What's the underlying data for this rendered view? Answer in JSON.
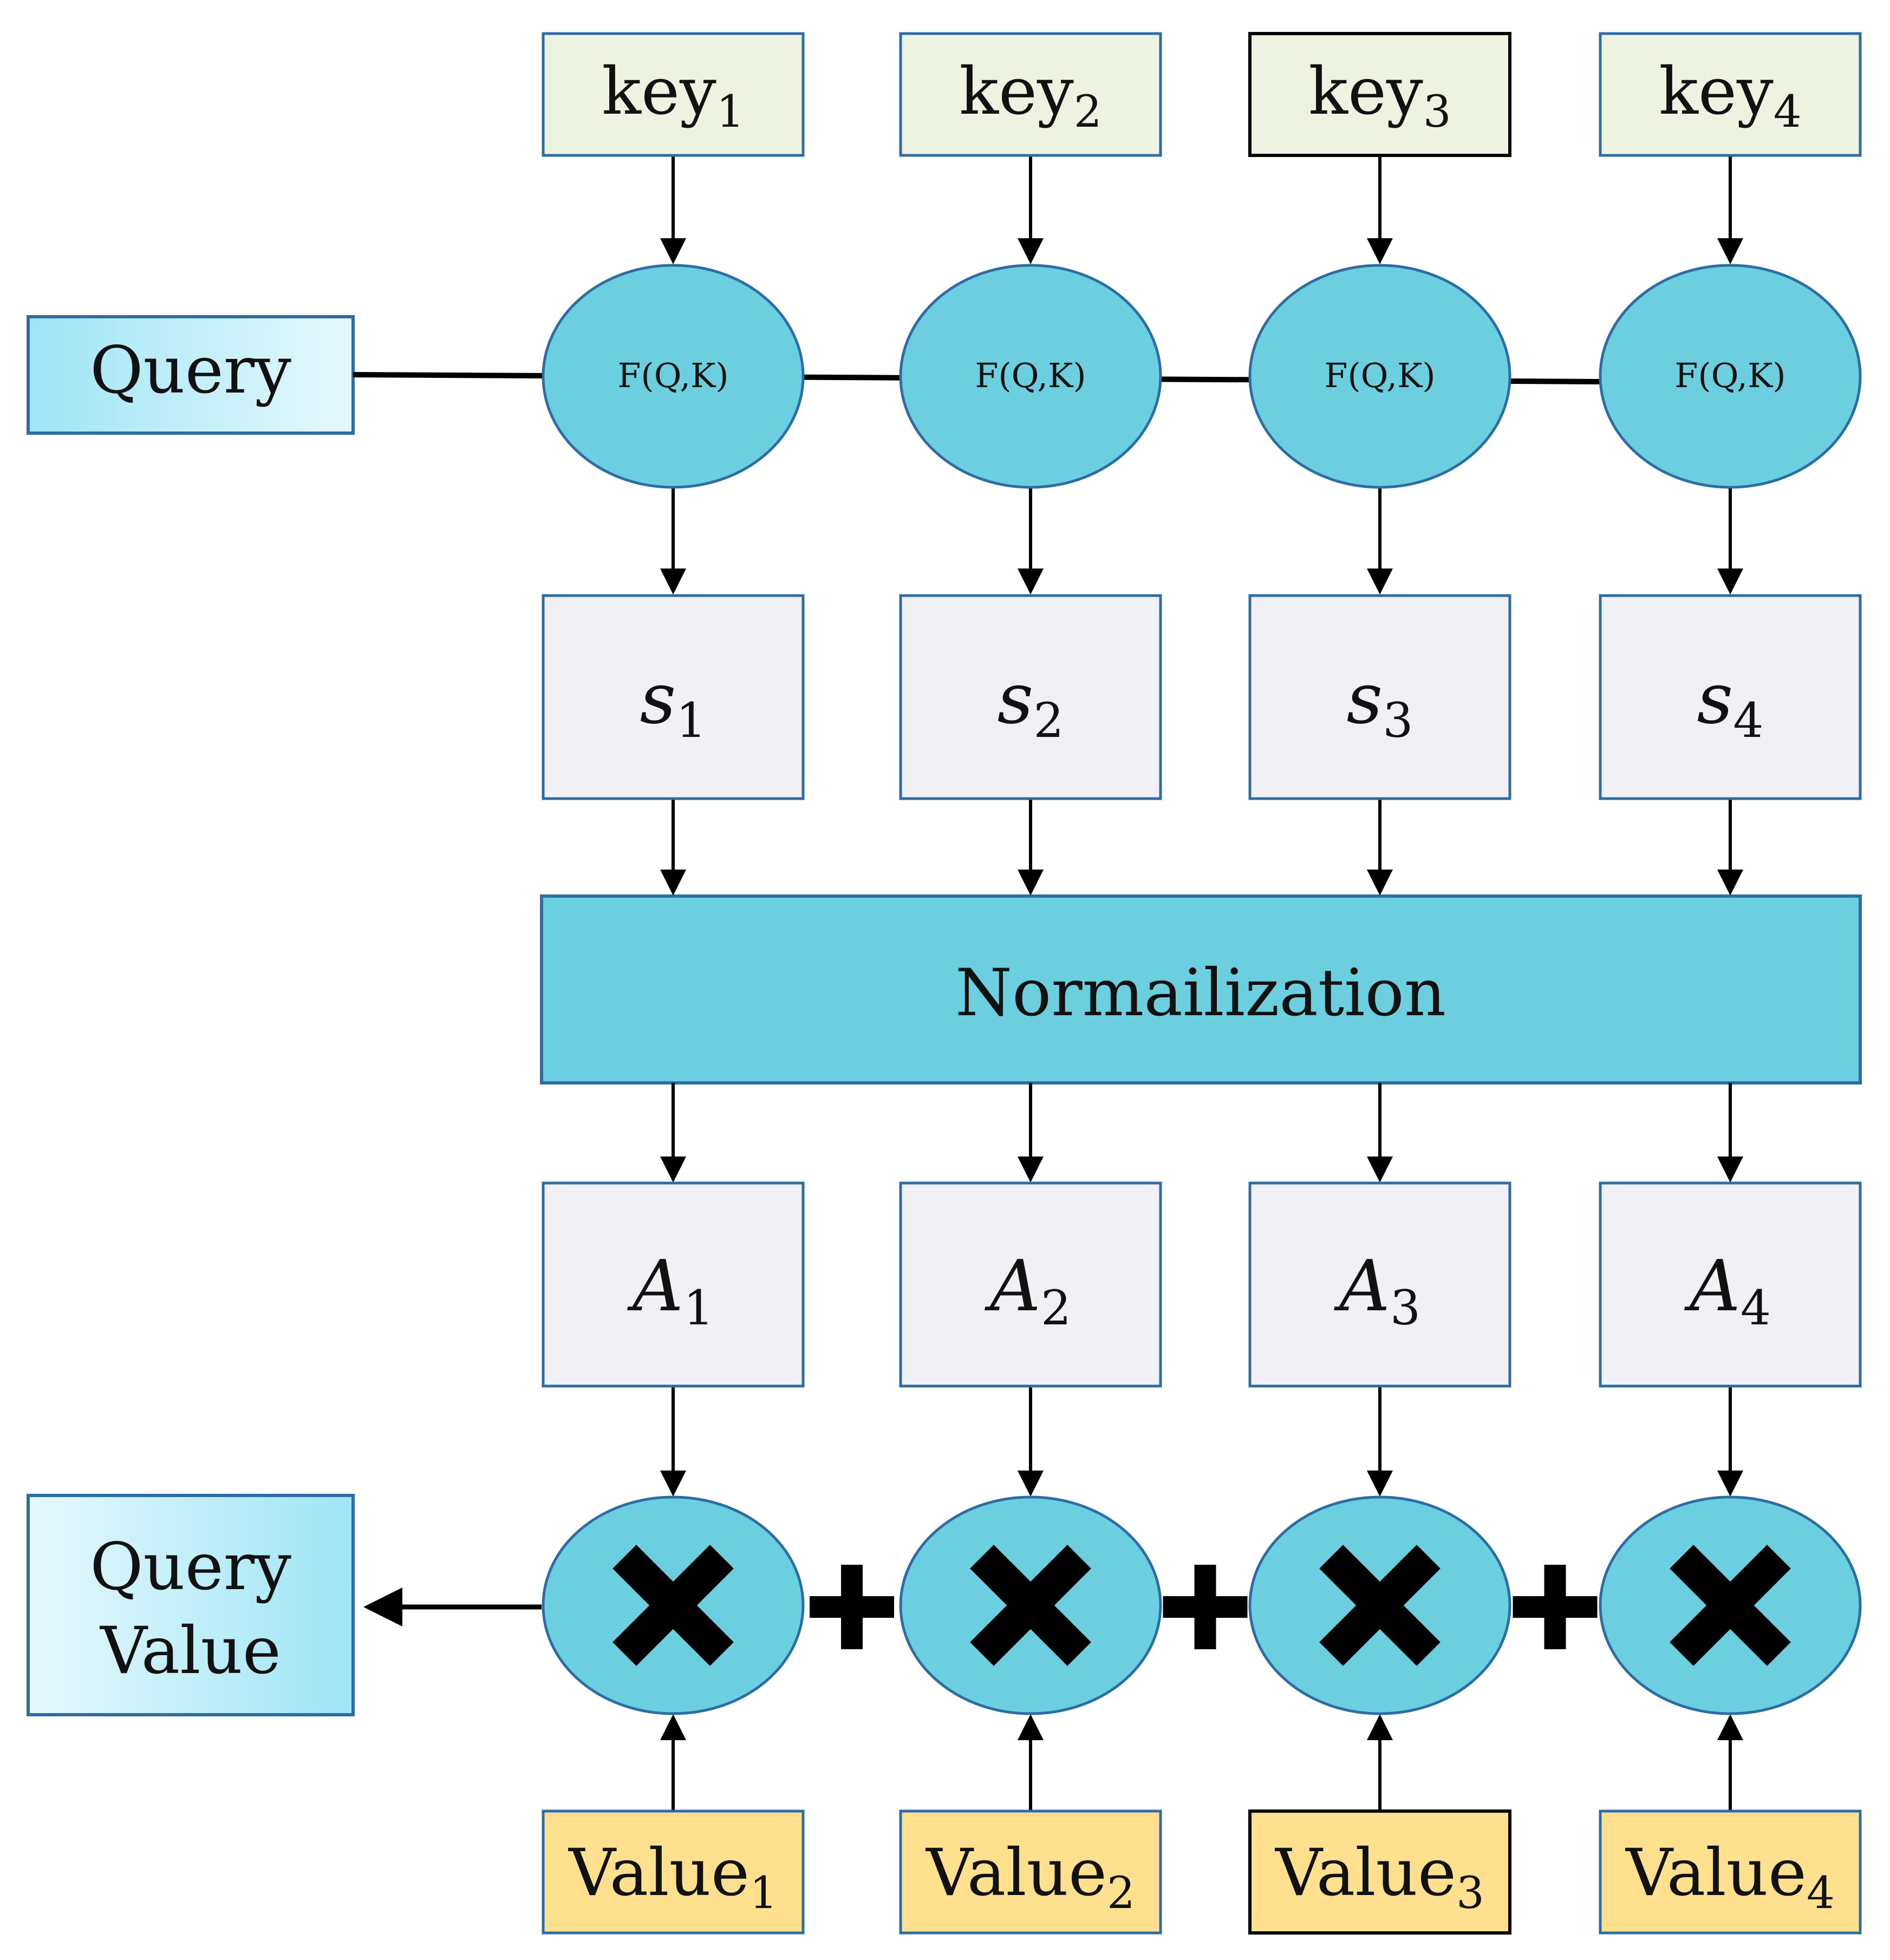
{
  "query": {
    "label": "Query"
  },
  "query_value": {
    "line1": "Query",
    "line2": "Value"
  },
  "normalization": {
    "label": "Normailization"
  },
  "columns": [
    {
      "key": "key",
      "sub": "1",
      "func": "F(Q,K)",
      "score": "s",
      "attn": "A",
      "value": "Value"
    },
    {
      "key": "key",
      "sub": "2",
      "func": "F(Q,K)",
      "score": "s",
      "attn": "A",
      "value": "Value"
    },
    {
      "key": "key",
      "sub": "3",
      "func": "F(Q,K)",
      "score": "s",
      "attn": "A",
      "value": "Value"
    },
    {
      "key": "key",
      "sub": "4",
      "func": "F(Q,K)",
      "score": "s",
      "attn": "A",
      "value": "Value"
    }
  ],
  "operators": {
    "multiply": "×",
    "add": "+"
  },
  "colors": {
    "key_fill": "#EEF2E0",
    "ellipse_fill": "#6BCFE0",
    "ellipse_stroke": "#2E6DA4",
    "score_fill": "#F1F0F5",
    "value_fill": "#FFE08F",
    "query_grad_start": "#9EE5F5",
    "query_grad_end": "#E6F8FC",
    "norm_fill": "#6BCFE0"
  }
}
